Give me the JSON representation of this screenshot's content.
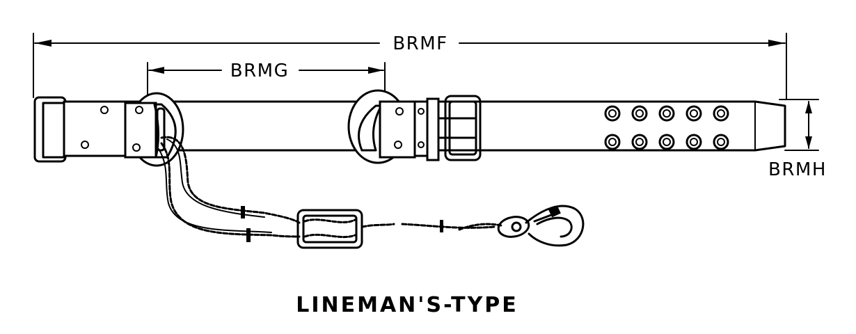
{
  "diagram": {
    "dimensions": {
      "overall_length": "BRMF",
      "dee_ring_spacing": "BRMG",
      "belt_width": "BRMH"
    },
    "caption": "LINEMAN'S-TYPE",
    "ink_color": "#000000",
    "paper_color": "#ffffff",
    "tongue_hole_rows": 2,
    "tongue_holes_per_row": 5
  }
}
